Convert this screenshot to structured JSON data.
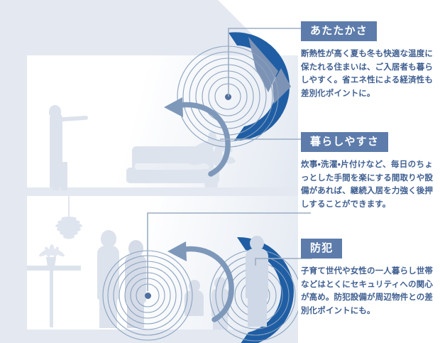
{
  "diagram": {
    "title_semantic": "rental-property-feature-callouts",
    "colors": {
      "background": "#e3e8f1",
      "panel": "#ffffff",
      "badge_bg": "#5d7cab",
      "badge_text": "#ffffff",
      "body_text": "#3f5f91",
      "connector": "#9badc4",
      "ripple_stroke": "#7d97b8",
      "dot": "#4f6f9e",
      "arrow": "#7e98ba",
      "dark_arc": "#1b5ba0",
      "silhouette": "#dde3ed"
    }
  },
  "callouts": [
    {
      "id": "warmth",
      "label": "あたたかさ",
      "body": "断熱性が高く夏も冬も快適な温度に保たれる住まいは、ご入居者も暮らしやすく。省エネ性による経済性も差別化ポイントに。"
    },
    {
      "id": "livability",
      "label": "暮らしやすさ",
      "body": "炊事・洗濯・片付けなど、毎日のちょっとした手間を楽にする間取りや設備があれば、継続入居を力強く後押しすることができます。"
    },
    {
      "id": "crime-prevention",
      "label": "防犯",
      "body": "子育て世代や女性の一人暮らし世帯などはとくにセキュリティへの関心が高め。防犯設備が周辺物件との差別化ポイントにも。"
    }
  ],
  "illustration": {
    "scenes": [
      {
        "id": "living-room-scene",
        "elements": [
          "standing-person-silhouette",
          "sofa-silhouette",
          "potted-plant-silhouette",
          "ripple-marker",
          "curved-arrow"
        ]
      },
      {
        "id": "family-entry-scene",
        "elements": [
          "pendant-lamp-silhouette",
          "side-table-silhouette",
          "plant-silhouette",
          "adult-pair-silhouette",
          "child-silhouette",
          "ripple-marker",
          "curved-arrow"
        ]
      }
    ]
  }
}
